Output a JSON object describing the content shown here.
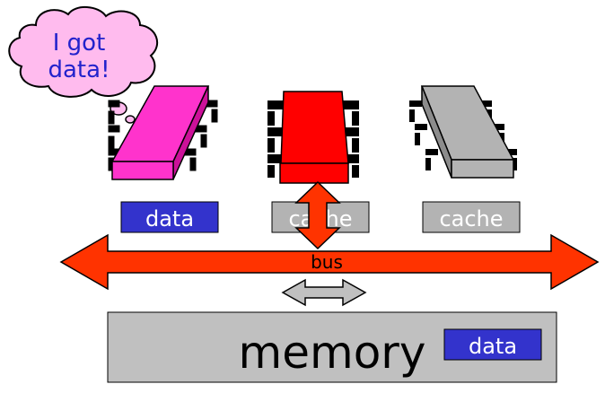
{
  "thought_bubble": {
    "line1": "I got",
    "line2": "data!"
  },
  "processors": [
    {
      "id": "left",
      "cache_label": "data",
      "chip_color": "#ff33cc",
      "cache_color": "#3333cc"
    },
    {
      "id": "middle",
      "cache_label": "cache",
      "chip_color": "#ff0000",
      "cache_color": "#b3b3b3"
    },
    {
      "id": "right",
      "cache_label": "cache",
      "chip_color": "#b3b3b3",
      "cache_color": "#b3b3b3"
    }
  ],
  "bus": {
    "label": "bus",
    "color": "#ff3300"
  },
  "memory": {
    "label": "memory",
    "data_label": "data",
    "color": "#c0c0c0",
    "data_color": "#3333cc"
  },
  "colors": {
    "bubble_fill": "#ffbbee",
    "bubble_text": "#2222cc",
    "outline": "#000000"
  }
}
